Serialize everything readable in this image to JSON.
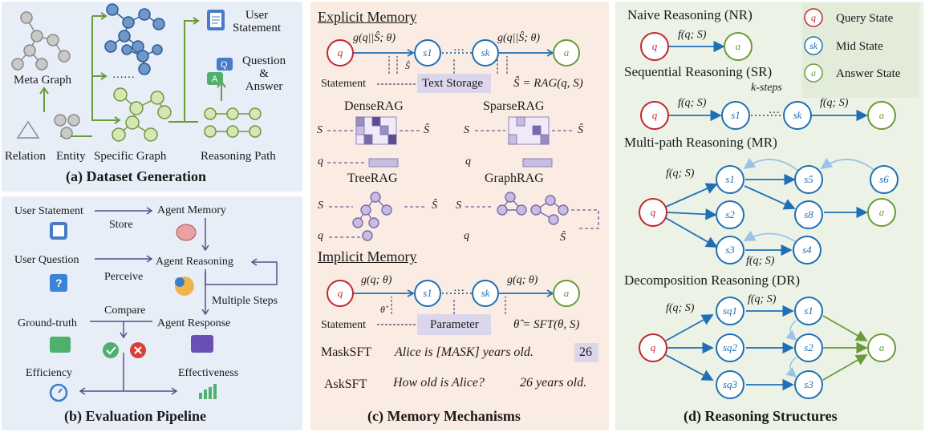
{
  "panel_a": {
    "caption": "(a) Dataset Generation",
    "meta_graph": "Meta Graph",
    "dots": "……",
    "relation": "Relation",
    "entity": "Entity",
    "specific_graph": "Specific Graph",
    "reasoning_path": "Reasoning Path",
    "user_statement": "User\nStatement",
    "question_answer": "Question\n&\nAnswer",
    "q_letter": "Q",
    "a_letter": "A"
  },
  "panel_b": {
    "caption": "(b) Evaluation Pipeline",
    "user_statement": "User Statement",
    "store": "Store",
    "agent_memory": "Agent Memory",
    "user_question": "User Question",
    "perceive": "Perceive",
    "agent_reasoning": "Agent Reasoning",
    "multiple_steps": "Multiple Steps",
    "compare": "Compare",
    "ground_truth": "Ground-truth",
    "agent_response": "Agent Response",
    "efficiency": "Efficiency",
    "effectiveness": "Effectiveness",
    "question_mark": "?"
  },
  "panel_c": {
    "caption": "(c) Memory Mechanisms",
    "explicit_memory": "Explicit Memory",
    "implicit_memory": "Implicit Memory",
    "g_explicit": "g(q||Ŝ; θ)",
    "statement": "Statement",
    "text_storage": "Text Storage",
    "rag_eq": "Ŝ = RAG(q, S)",
    "s_hat": "Ŝ",
    "dense_rag": "DenseRAG",
    "sparse_rag": "SparseRAG",
    "tree_rag": "TreeRAG",
    "graph_rag": "GraphRAG",
    "cal_s": "S",
    "q": "q",
    "g_implicit": "g(q; θ)",
    "theta_hat": "θ̂",
    "parameter": "Parameter",
    "sft_eq": "θ̂ = SFT(θ, S)",
    "mask_sft": "MaskSFT",
    "mask_text": "Alice is [MASK] years old.",
    "mask_answer": "26",
    "ask_sft": "AskSFT",
    "ask_question": "How old is Alice?",
    "ask_answer": "26 years old.",
    "node_q": "q",
    "node_s1": "s1",
    "node_sk": "sk",
    "node_a": "a",
    "ellipsis": "···"
  },
  "panel_d": {
    "caption": "(d) Reasoning Structures",
    "naive": "Naive Reasoning (NR)",
    "sequential": "Sequential Reasoning (SR)",
    "k_steps": "k-steps",
    "multi_path": "Multi-path Reasoning (MR)",
    "decomposition": "Decomposition Reasoning (DR)",
    "f_label": "f(q; S)",
    "legend": [
      {
        "symbol": "q",
        "label": "Query State"
      },
      {
        "symbol": "sk",
        "label": "Mid State"
      },
      {
        "symbol": "a",
        "label": "Answer State"
      }
    ],
    "nodes": {
      "q": "q",
      "a": "a",
      "s1": "s1",
      "s2": "s2",
      "s3": "s3",
      "s4": "s4",
      "s5": "s5",
      "s6": "s6",
      "s8": "s8",
      "sk": "sk",
      "sq1": "sq1",
      "sq2": "sq2",
      "sq3": "sq3"
    },
    "ellipsis": "···"
  },
  "colors": {
    "query_red": "#c0272d",
    "mid_blue": "#1f6fb5",
    "answer_green": "#6a9a3a",
    "arrow_purple": "#6b5b95",
    "storage_box": "#dcd6ec"
  }
}
